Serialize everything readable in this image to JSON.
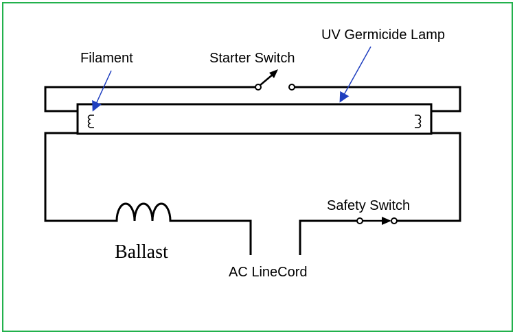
{
  "labels": {
    "uv_lamp": "UV Germicide Lamp",
    "filament": "Filament",
    "starter_switch": "Starter Switch",
    "safety_switch": "Safety Switch",
    "ballast": "Ballast",
    "ac_linecord": "AC LineCord"
  },
  "colors": {
    "frame": "#22b14c",
    "wire": "#000000",
    "pointer_arrow": "#1f3fbf"
  }
}
